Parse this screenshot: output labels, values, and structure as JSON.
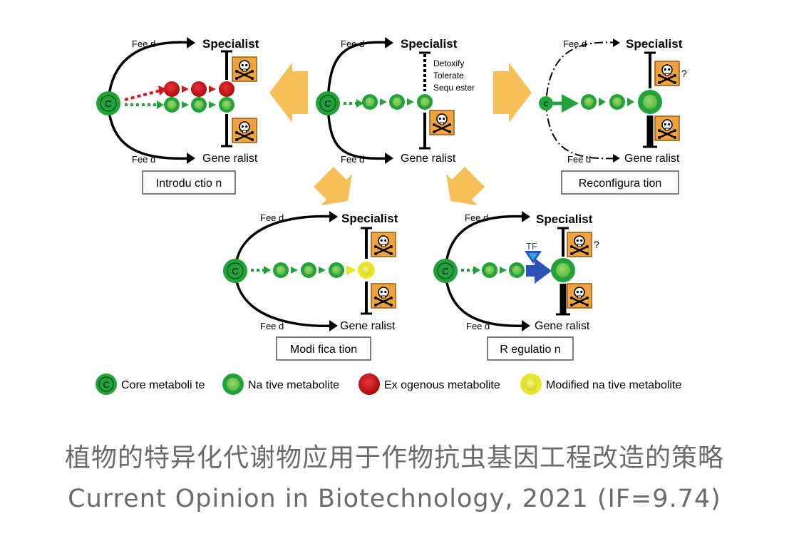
{
  "labels": {
    "feed": "Fee d",
    "specialist": "Specialist",
    "generalist": "Gene ralist",
    "core_letter": "C",
    "tf": "TF",
    "question": "?"
  },
  "panels": {
    "introduction": "Introdu ctio n",
    "reconfiguration": "Reconfigura   tion",
    "modification": "Modi fica tion",
    "regulation": "R egulatio n"
  },
  "mechanisms": [
    "Detoxify",
    "Tolerate",
    "Sequ ester"
  ],
  "legend": [
    {
      "label": "Core metaboli te",
      "color": "#22a23a"
    },
    {
      "label": "Na tive metabolite",
      "color": "#22a23a"
    },
    {
      "label": "Ex ogenous metabolite",
      "color": "#d11a1f"
    },
    {
      "label": "Modified na tive metabolite",
      "color": "#e8e62a"
    }
  ],
  "caption": {
    "line1": "植物的特异化代谢物应用于作物抗虫基因工程改造的策略",
    "line2": "Current Opinion in Biotechnology, 2021 (IF=9.74)"
  },
  "colors": {
    "green": "#22a23a",
    "light_green": "#7dc857",
    "red": "#d11a1f",
    "yellow": "#e8e62a",
    "orange_box": "#f0a23c",
    "blue_tf": "#2a52b8",
    "arrow_orange": "#f5b845"
  }
}
